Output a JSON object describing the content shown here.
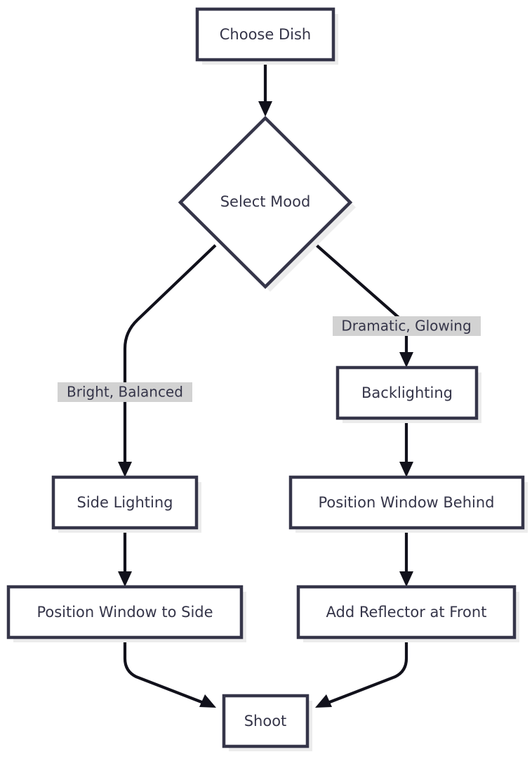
{
  "diagram": {
    "type": "flowchart",
    "direction": "top-down",
    "background_color": "#ffffff",
    "node_fill": "#ffffff",
    "node_border_color": "#353549",
    "node_text_color": "#353549",
    "edge_color": "#11111b",
    "edge_label_bg": "#d2d2d2",
    "shadow_color": "#ececec",
    "nodes": [
      {
        "id": "choose_dish",
        "label": "Choose Dish",
        "shape": "rect"
      },
      {
        "id": "select_mood",
        "label": "Select Mood",
        "shape": "diamond"
      },
      {
        "id": "side_lighting",
        "label": "Side Lighting",
        "shape": "rect"
      },
      {
        "id": "pos_win_side",
        "label": "Position Window to Side",
        "shape": "rect"
      },
      {
        "id": "backlighting",
        "label": "Backlighting",
        "shape": "rect"
      },
      {
        "id": "pos_win_behind",
        "label": "Position Window Behind",
        "shape": "rect"
      },
      {
        "id": "add_reflector",
        "label": "Add Reflector at Front",
        "shape": "rect"
      },
      {
        "id": "shoot",
        "label": "Shoot",
        "shape": "rect"
      }
    ],
    "edges": [
      {
        "from": "choose_dish",
        "to": "select_mood",
        "label": ""
      },
      {
        "from": "select_mood",
        "to": "side_lighting",
        "label": "Bright, Balanced"
      },
      {
        "from": "select_mood",
        "to": "backlighting",
        "label": "Dramatic, Glowing"
      },
      {
        "from": "side_lighting",
        "to": "pos_win_side",
        "label": ""
      },
      {
        "from": "backlighting",
        "to": "pos_win_behind",
        "label": ""
      },
      {
        "from": "pos_win_behind",
        "to": "add_reflector",
        "label": ""
      },
      {
        "from": "pos_win_side",
        "to": "shoot",
        "label": ""
      },
      {
        "from": "add_reflector",
        "to": "shoot",
        "label": ""
      }
    ],
    "edge_labels": [
      {
        "id": "label_bright",
        "text": "Bright, Balanced"
      },
      {
        "id": "label_dramatic",
        "text": "Dramatic, Glowing"
      }
    ]
  }
}
